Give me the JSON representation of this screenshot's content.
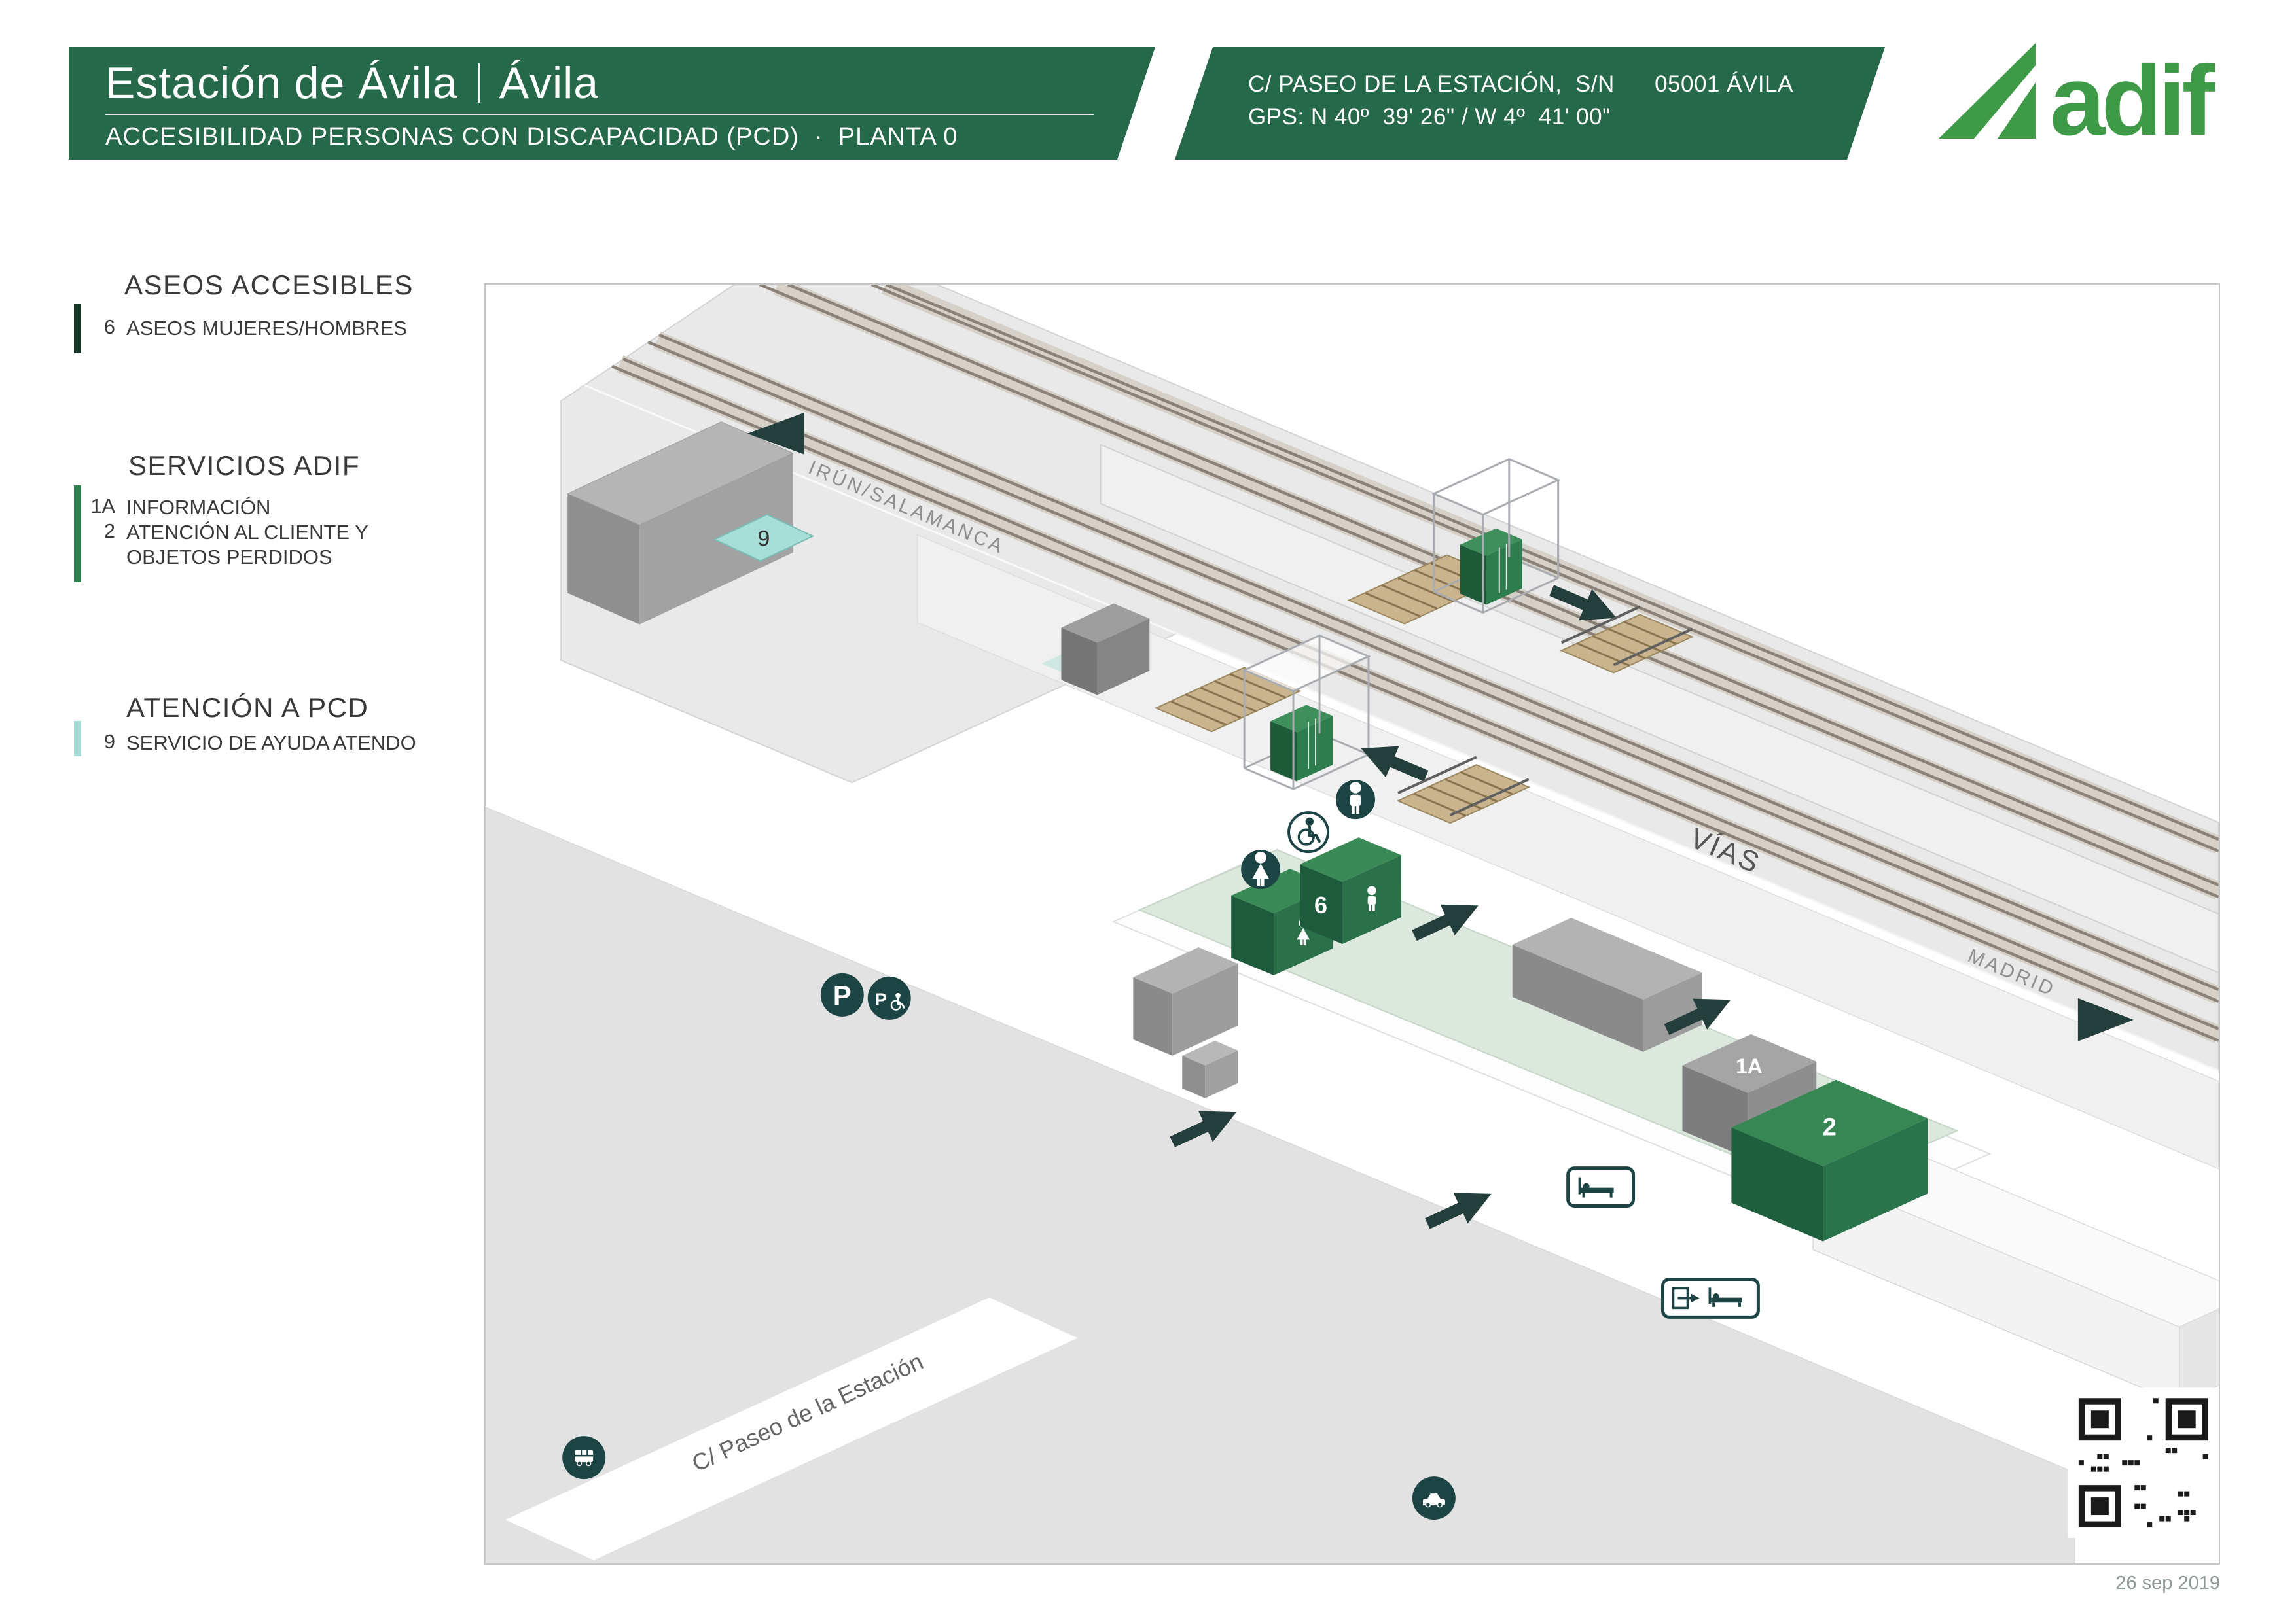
{
  "header": {
    "title": "Estación de Ávila",
    "city": "Ávila",
    "subtitle": "ACCESIBILIDAD PERSONAS CON DISCAPACIDAD (PCD)  ·  PLANTA 0",
    "address_line1": "C/ PASEO DE LA ESTACIÓN,  S/N      05001 ÁVILA",
    "gps_line": "GPS: N 40º  39' 26\" / W 4º  41' 00\"",
    "logo_text": "adif"
  },
  "legend": {
    "sections": [
      {
        "title": "ASEOS ACCESIBLES",
        "items": [
          {
            "code": "6",
            "label": "ASEOS MUJERES/HOMBRES"
          }
        ]
      },
      {
        "title": "SERVICIOS ADIF",
        "items": [
          {
            "code": "1A",
            "label": "INFORMACIÓN"
          },
          {
            "code": "2",
            "label": "ATENCIÓN AL CLIENTE Y",
            "label2": "OBJETOS PERDIDOS"
          }
        ]
      },
      {
        "title": "ATENCIÓN A PCD",
        "items": [
          {
            "code": "9",
            "label": "SERVICIO DE AYUDA ATENDO"
          }
        ]
      }
    ]
  },
  "map": {
    "labels": {
      "direction_left": "IRÚN/SALAMANCA",
      "tracks": "VÍAS",
      "direction_right": "MADRID",
      "street": "C/ Paseo de la Estación"
    },
    "markers": {
      "atendo": "9",
      "aseos": "6",
      "informacion": "1A",
      "atencion_cliente": "2"
    },
    "icon_labels": {
      "parking": "P",
      "accessible_parking": "P"
    }
  },
  "footer": {
    "date": "26 sep 2019"
  },
  "colors": {
    "header_green": "#26684a",
    "adif_green": "#3f9a47",
    "dark_bar": "#173527",
    "service_green": "#2e7d4f",
    "atendo_teal": "#a5dcd6",
    "icon_slate": "#1d4444",
    "arrow_slate": "#243e3c",
    "hall_floor": "#dce7dd"
  }
}
